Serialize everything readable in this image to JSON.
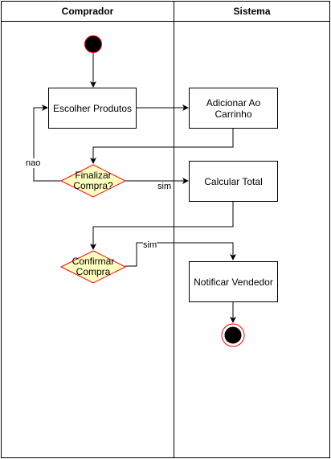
{
  "lanes": [
    {
      "title": "Comprador"
    },
    {
      "title": "Sistema"
    }
  ],
  "nodes": {
    "escolher": "Escolher Produtos",
    "adicionar": "Adicionar Ao Carrinho",
    "finalizar": [
      "Finalizar",
      "Compra?"
    ],
    "calcular": "Calcular Total",
    "confirmar": [
      "Confirmar",
      "Compra"
    ],
    "notificar": "Notificar Vendedor"
  },
  "edge_labels": {
    "nao": "nao",
    "sim_finalizar": "sim",
    "sim_confirmar": "sim"
  },
  "colors": {
    "decision_fill": "#ffffc0",
    "decision_stroke": "#ff0000",
    "start_fill": "#000000",
    "start_stroke": "#ff0000",
    "line": "#000000"
  }
}
